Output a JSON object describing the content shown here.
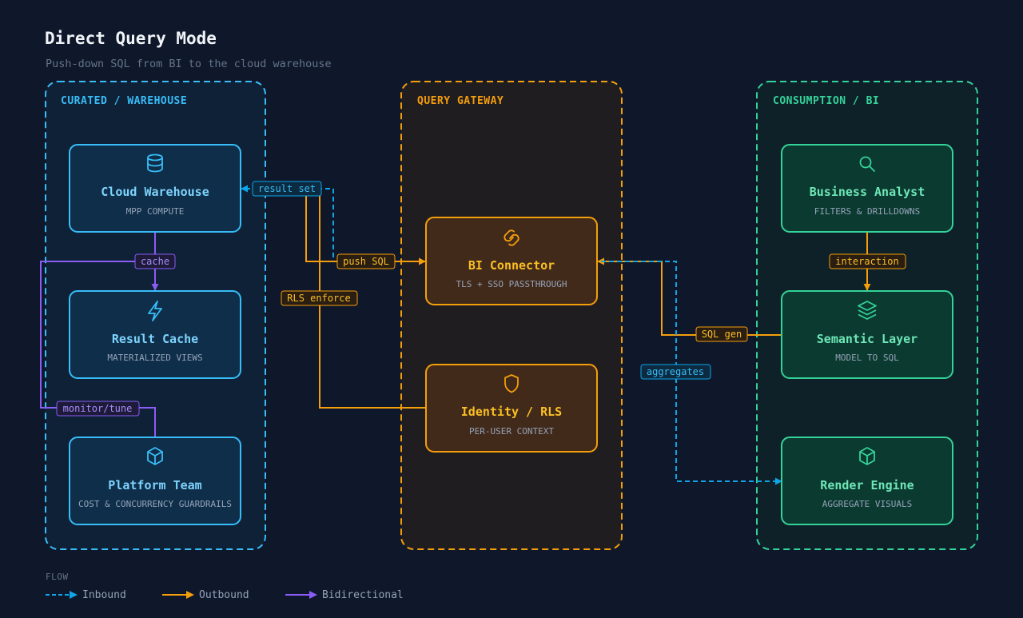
{
  "header": {
    "title": "Direct Query Mode",
    "subtitle": "Push-down SQL from BI to the cloud warehouse"
  },
  "groups": {
    "curated": {
      "label": "CURATED / WAREHOUSE",
      "color": "#38bdf8"
    },
    "gateway": {
      "label": "QUERY GATEWAY",
      "color": "#f59e0b"
    },
    "consumption": {
      "label": "CONSUMPTION / BI",
      "color": "#34d399"
    }
  },
  "nodes": {
    "cloud_warehouse": {
      "title": "Cloud Warehouse",
      "subtitle": "MPP COMPUTE",
      "icon": "database-icon"
    },
    "result_cache": {
      "title": "Result Cache",
      "subtitle": "MATERIALIZED VIEWS",
      "icon": "lightning-icon"
    },
    "platform_team": {
      "title": "Platform Team",
      "subtitle": "COST & CONCURRENCY GUARDRAILS",
      "icon": "cube-icon"
    },
    "bi_connector": {
      "title": "BI Connector",
      "subtitle": "TLS + SSO PASSTHROUGH",
      "icon": "link-icon"
    },
    "identity_rls": {
      "title": "Identity / RLS",
      "subtitle": "PER-USER CONTEXT",
      "icon": "shield-icon"
    },
    "business_analyst": {
      "title": "Business Analyst",
      "subtitle": "FILTERS & DRILLDOWNS",
      "icon": "search-icon"
    },
    "semantic_layer": {
      "title": "Semantic Layer",
      "subtitle": "MODEL TO SQL",
      "icon": "layers-icon"
    },
    "render_engine": {
      "title": "Render Engine",
      "subtitle": "AGGREGATE VISUALS",
      "icon": "cube-icon"
    }
  },
  "edges": {
    "result_set": "result set",
    "push_sql": "push SQL",
    "rls_enforce": "RLS enforce",
    "cache": "cache",
    "monitor_tune": "monitor/tune",
    "interaction": "interaction",
    "sql_gen": "SQL gen",
    "aggregates": "aggregates"
  },
  "legend": {
    "title": "FLOW",
    "inbound": {
      "label": "Inbound",
      "color": "#0ea5e9"
    },
    "outbound": {
      "label": "Outbound",
      "color": "#f59e0b"
    },
    "bidirectional": {
      "label": "Bidirectional",
      "color": "#8b5cf6"
    }
  }
}
